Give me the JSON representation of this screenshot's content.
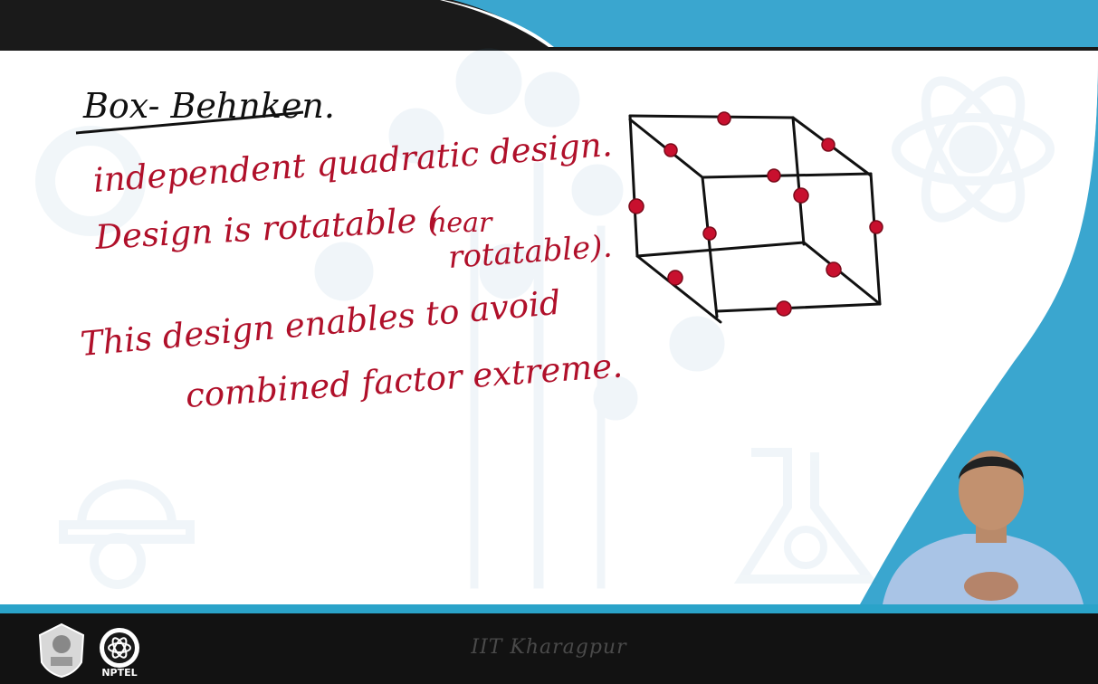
{
  "slide": {
    "title": "Box- Behnken.",
    "line1": "independent quadratic design.",
    "line2_a": "Design is rotatable (",
    "line2_near": "near",
    "line2_rotatable": "rotatable).",
    "line3_a": "This design enables to avoid",
    "line3_b": "combined factor extreme."
  },
  "footer": {
    "institute": "IIT Kharagpur",
    "nptel_label": "NPTEL"
  },
  "colors": {
    "ink_red": "#b0102a",
    "ink_black": "#111111",
    "accent_blue": "#2aa3c9",
    "dark_bar": "#121212"
  }
}
